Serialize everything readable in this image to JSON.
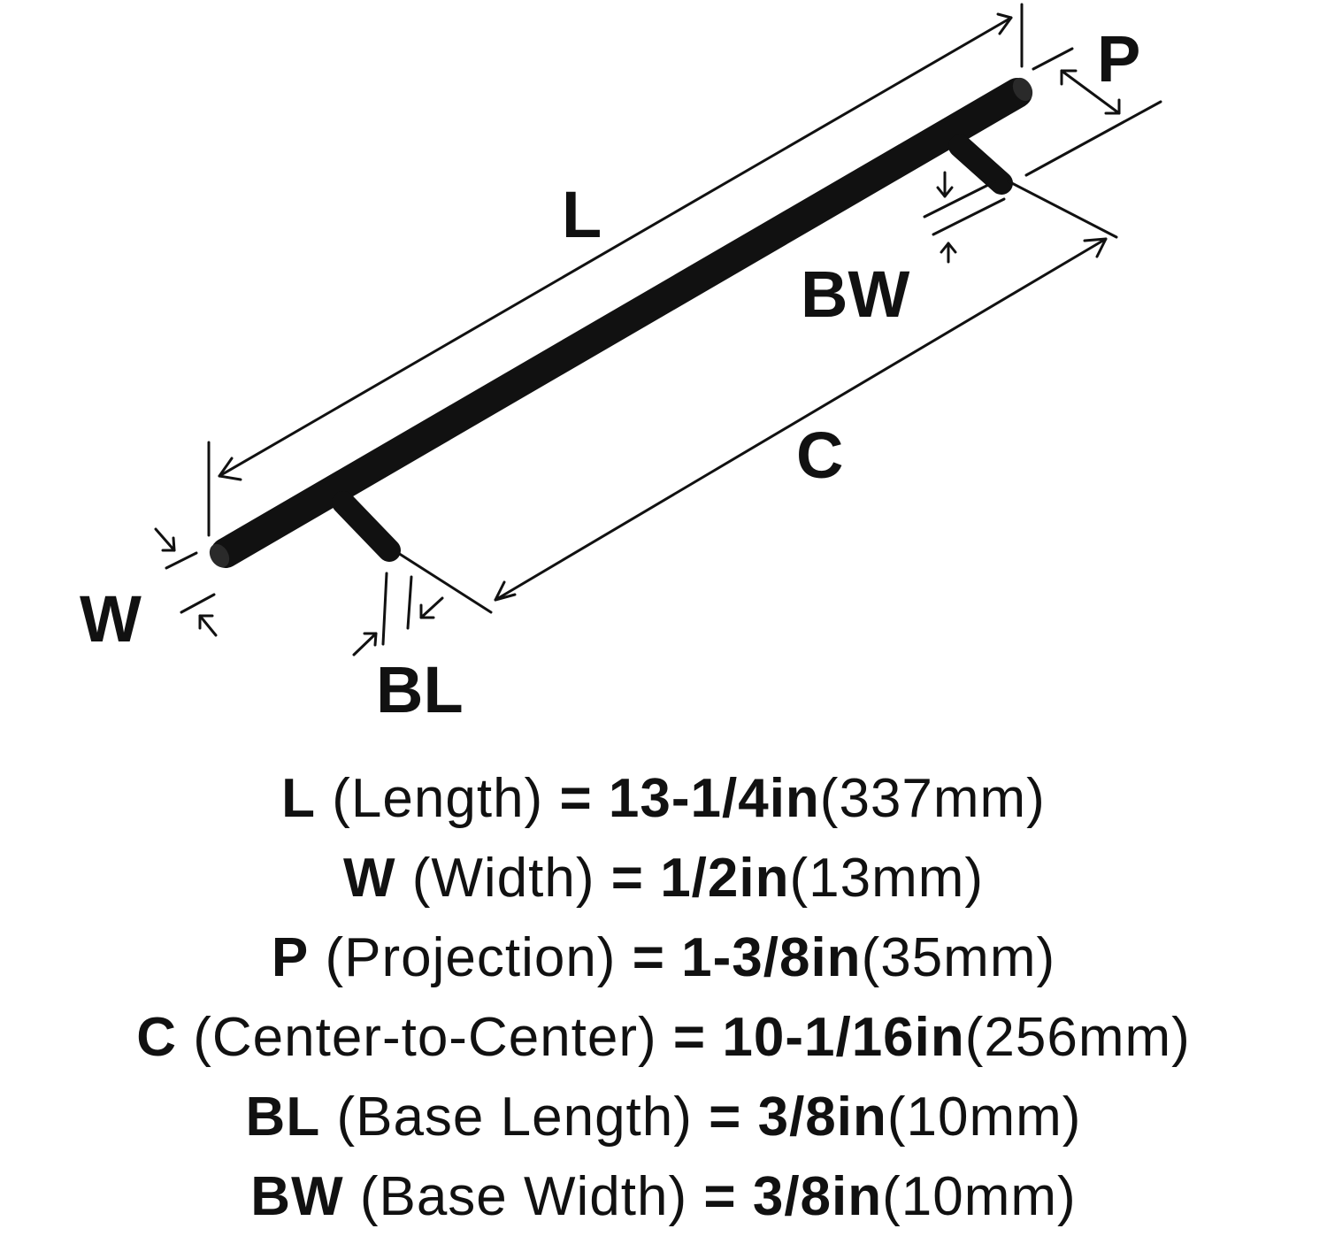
{
  "diagram": {
    "labels": {
      "L": "L",
      "P": "P",
      "BW": "BW",
      "C": "C",
      "W": "W",
      "BL": "BL"
    },
    "colors": {
      "ink": "#111111",
      "background": "#ffffff"
    }
  },
  "specs": [
    {
      "code": "L",
      "name": "(Length)",
      "eq": "=",
      "imperial": "13-1/4in",
      "metric": "(337mm)"
    },
    {
      "code": "W",
      "name": "(Width)",
      "eq": "=",
      "imperial": "1/2in",
      "metric": "(13mm)"
    },
    {
      "code": "P",
      "name": "(Projection)",
      "eq": "=",
      "imperial": "1-3/8in",
      "metric": "(35mm)"
    },
    {
      "code": "C",
      "name": "(Center-to-Center)",
      "eq": "=",
      "imperial": "10-1/16in",
      "metric": "(256mm)"
    },
    {
      "code": "BL",
      "name": "(Base Length)",
      "eq": "=",
      "imperial": "3/8in",
      "metric": "(10mm)"
    },
    {
      "code": "BW",
      "name": "(Base Width)",
      "eq": "=",
      "imperial": "3/8in",
      "metric": "(10mm)"
    }
  ]
}
